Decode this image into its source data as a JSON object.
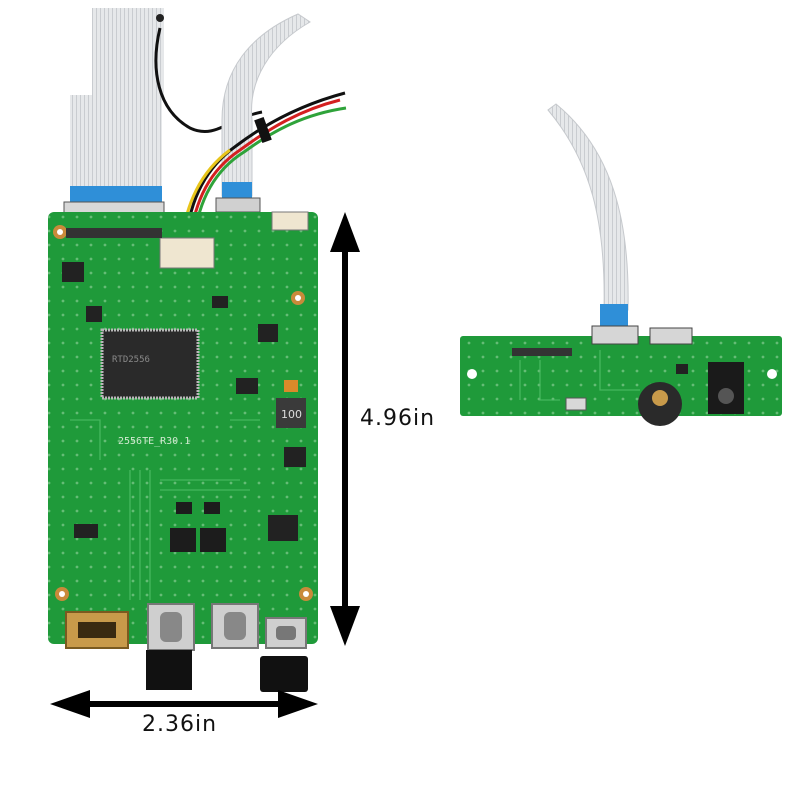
{
  "dimensions": {
    "height": "4.96in",
    "width": "2.36in"
  },
  "main_board": {
    "silkscreen_model": "2556TE_R30.1",
    "chip_marking": "RTD2556",
    "inductor_marking": "100"
  },
  "colors": {
    "pcb": "#1f9a3a",
    "pcb_dark": "#147a2b",
    "chip": "#2a2a2a",
    "ribbon": "#e4e6e8",
    "ribbon_tip": "#2f8fd8",
    "arrow": "#000000"
  }
}
